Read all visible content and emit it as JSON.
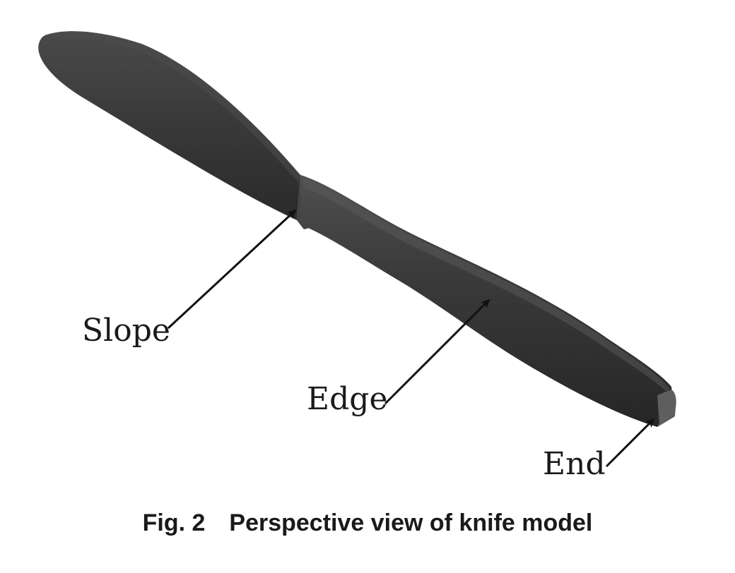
{
  "figure": {
    "callouts": {
      "slope": "Slope",
      "edge": "Edge",
      "end": "End"
    },
    "caption": {
      "number": "Fig. 2",
      "title": "Perspective view of knife model"
    }
  },
  "colors": {
    "knife_body": "#3a3a3a",
    "knife_highlight": "#555555",
    "knife_shadow": "#262626",
    "annotation": "#111111"
  }
}
